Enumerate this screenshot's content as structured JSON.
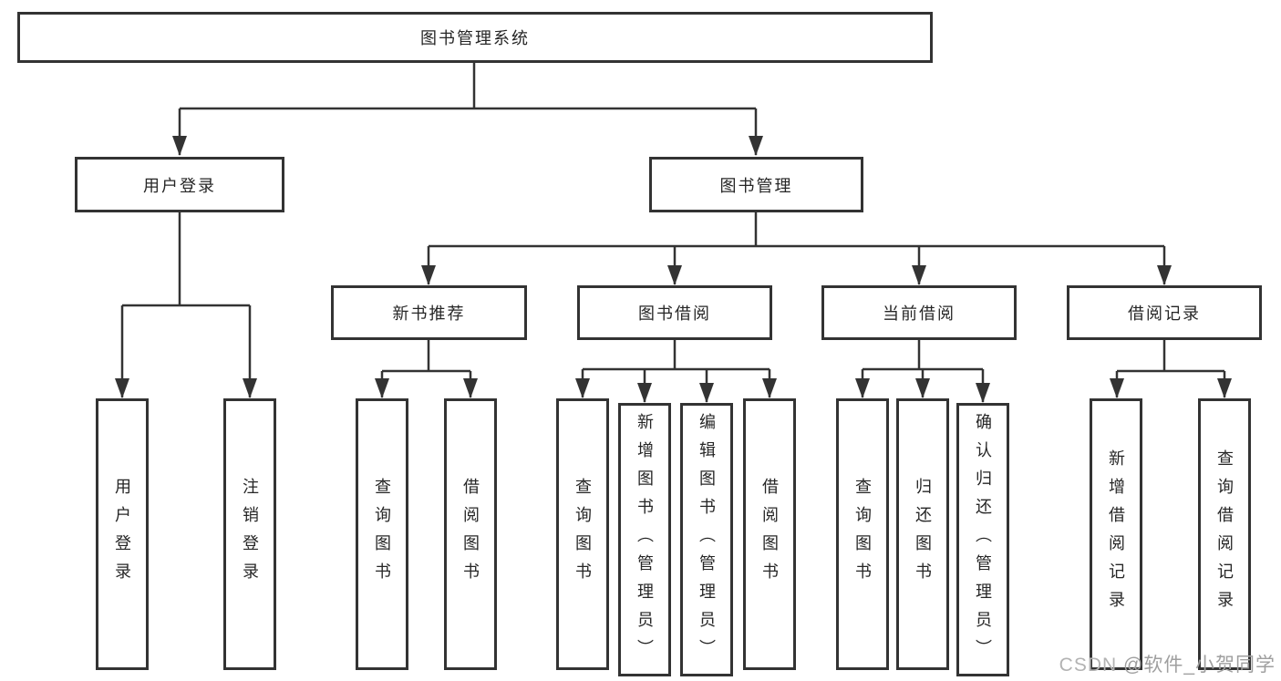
{
  "nodes": {
    "root": "图书管理系统",
    "level2": [
      "用户登录",
      "图书管理"
    ],
    "level3": [
      "新书推荐",
      "图书借阅",
      "当前借阅",
      "借阅记录"
    ],
    "leaves": {
      "user_login": [
        "用户登录",
        "注销登录"
      ],
      "new_book_recommend": [
        "查询图书",
        "借阅图书"
      ],
      "book_borrow": [
        "查询图书",
        "新增图书（管理员）",
        "编辑图书（管理员）",
        "借阅图书"
      ],
      "current_borrow": [
        "查询图书",
        "归还图书",
        "确认归还（管理员）"
      ],
      "borrow_records": [
        "新增借阅记录",
        "查询借阅记录"
      ]
    }
  },
  "watermark": {
    "prefix": "CSDN ",
    "handle": "@软件_小贺同学"
  },
  "colors": {
    "line": "#333333",
    "text": "#262626",
    "background": "#ffffff",
    "watermark": "#b3b3b3"
  }
}
